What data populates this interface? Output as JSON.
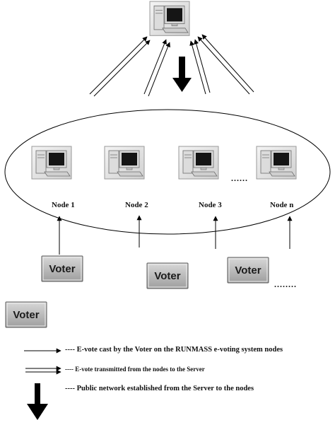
{
  "nodes": [
    {
      "label": "Node 1"
    },
    {
      "label": "Node 2"
    },
    {
      "label": "Node 3"
    },
    {
      "label": "Node n"
    }
  ],
  "node_ellipsis": "......",
  "voters": [
    {
      "label": "Voter"
    },
    {
      "label": "Voter"
    },
    {
      "label": "Voter"
    },
    {
      "label": "Voter"
    }
  ],
  "voter_ellipsis": "........",
  "legend": {
    "cast": "----  E-vote cast by the Voter on the RUNMASS e-voting system nodes",
    "transmitted": "---- E-vote transmitted from the nodes to the Server",
    "public_network": "---- Public network established from the Server to the nodes"
  },
  "colors": {
    "monitor_frame": "#e6e6e6",
    "screen": "#151515",
    "voter_button": "#bdbdbd"
  }
}
